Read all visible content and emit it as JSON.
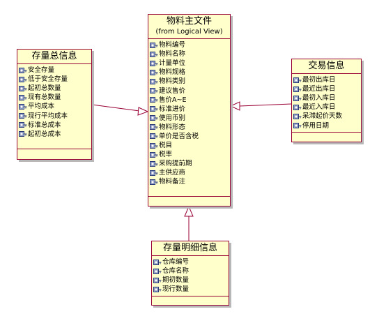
{
  "classes": {
    "main": {
      "title": "物料主文件",
      "subtitle": "(from Logical View)",
      "attributes": [
        "物料编号",
        "物料名称",
        "计量单位",
        "物料规格",
        "物料类别",
        "建议售价",
        "售价A~E",
        "标准进价",
        "使用币别",
        "物料形态",
        "单价是否含税",
        "税目",
        "税率",
        "采购提前期",
        "主供应商",
        "物料备注"
      ]
    },
    "stock_total": {
      "title": "存量总信息",
      "attributes": [
        "安全存量",
        "低于安全存量",
        "起初总数量",
        "现有总数量",
        "平均成本",
        "现行平均成本",
        "标准总成本",
        "起初总成本"
      ]
    },
    "trade": {
      "title": "交易信息",
      "attributes": [
        "最初出库日",
        "最近出库日",
        "最初入库日",
        "最近入库日",
        "呆滞起价天数",
        "停用日期"
      ]
    },
    "stock_detail": {
      "title": "存量明细信息",
      "attributes": [
        "仓库编号",
        "仓库名称",
        "期初数量",
        "现行数量"
      ]
    }
  },
  "attribute_icon": "attribute-key-icon",
  "colors": {
    "fill": "#ffffcc",
    "border": "#990033",
    "line": "#990033"
  }
}
